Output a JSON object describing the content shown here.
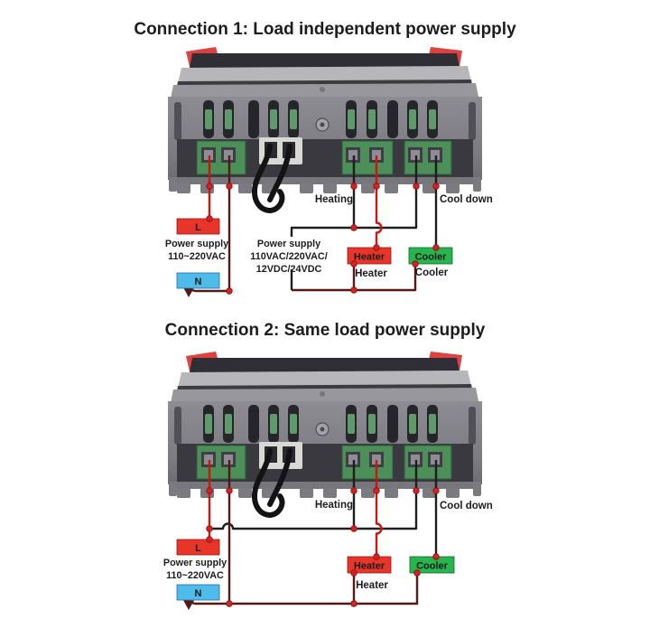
{
  "colors": {
    "box_red": "#e8352a",
    "box_blue": "#4fbbea",
    "box_green": "#28b44e",
    "wire_live": "#c9180f",
    "wire_neutral": "#571712",
    "wire_black": "#201d1d",
    "junction_dot": "#d42222"
  },
  "sections": [
    {
      "title": "Connection 1: Load independent power supply",
      "heating_label": "Heating",
      "cool_down_label": "Cool down",
      "left_power_line1": "Power supply",
      "left_power_line2": "110~220VAC",
      "l_terminal": "L",
      "n_terminal": "N",
      "load_power_line1": "Power supply",
      "load_power_line2": "110VAC/220VAC/",
      "load_power_line3": "12VDC/24VDC",
      "heater_box": "Heater",
      "heater_caption": "Heater",
      "cooler_box": "Cooler",
      "cooler_caption": "Cooler"
    },
    {
      "title": "Connection 2: Same load power supply",
      "heating_label": "Heating",
      "cool_down_label": "Cool down",
      "left_power_line1": "Power supply",
      "left_power_line2": "110~220VAC",
      "l_terminal": "L",
      "n_terminal": "N",
      "heater_box": "Heater",
      "heater_caption": "Heater",
      "cooler_box": "Cooler"
    }
  ]
}
